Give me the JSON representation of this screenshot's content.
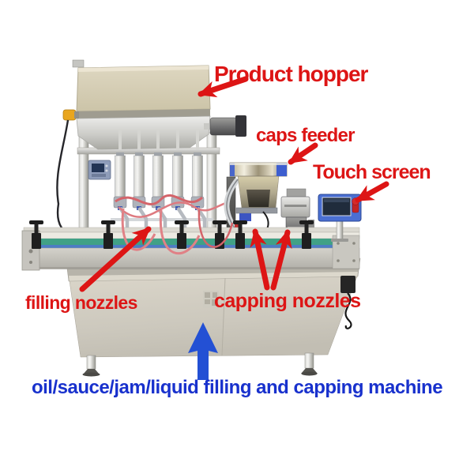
{
  "colors": {
    "label_red": "#dd1515",
    "caption_blue": "#1831cd",
    "arrow_blue": "#2350d4"
  },
  "labels": {
    "product_hopper": "Product hopper",
    "caps_feeder": "caps feeder",
    "touch_screen": "Touch screen",
    "filling_nozzles": "filling nozzles",
    "capping_nozzles": "capping nozzles"
  },
  "caption": "oil/sauce/jam/liquid filling and capping machine"
}
